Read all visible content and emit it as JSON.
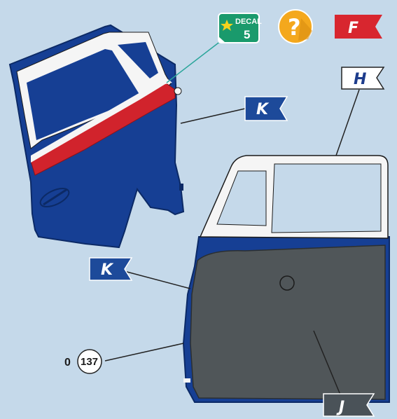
{
  "icons": {
    "decal": {
      "label": "DECAL",
      "number": "5",
      "color": "#1a9a6c"
    },
    "help": {
      "symbol": "?",
      "color": "#f4a81d"
    },
    "flag_f": {
      "letter": "F",
      "color": "#d8262f"
    }
  },
  "flags": {
    "h_top": {
      "letter": "H",
      "fill": "#ffffff",
      "text": "#1d3c8c"
    },
    "k_upper": {
      "letter": "K",
      "fill": "#1d4a9a",
      "text": "#ffffff"
    },
    "k_lower": {
      "letter": "K",
      "fill": "#1d4a9a",
      "text": "#ffffff"
    },
    "j_bottom": {
      "letter": "J",
      "fill": "#4a5258",
      "text": "#ffffff"
    }
  },
  "part": {
    "quantity": "0",
    "number": "137"
  },
  "colors": {
    "background": "#c5d9ea",
    "body_blue": "#163f94",
    "trim_red": "#d1232c",
    "window_white": "#f5f5f5",
    "interior_gray": "#505659",
    "leader_line": "#222222",
    "decal_leader": "#2aa59a"
  }
}
